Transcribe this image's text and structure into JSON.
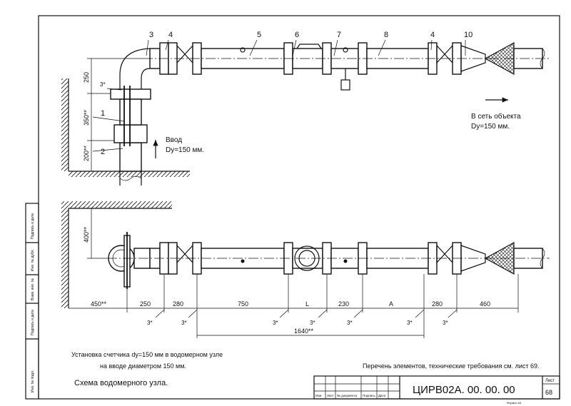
{
  "top_view": {
    "callouts": [
      "3",
      "4",
      "5",
      "6",
      "7",
      "8",
      "4",
      "10",
      "1",
      "2",
      "3*"
    ],
    "dims_vertical": [
      "250",
      "350**",
      "200**"
    ],
    "input_label": "Ввод",
    "input_size": "Dy=150 мм.",
    "output_label": "В сеть объекта",
    "output_size": "Dy=150 мм."
  },
  "bottom_view": {
    "dim_vertical": "400**",
    "dims_horizontal": [
      "450**",
      "250",
      "280",
      "750",
      "L",
      "230",
      "A",
      "280",
      "460"
    ],
    "weld_marks": [
      "3*",
      "3*",
      "3*",
      "3*",
      "3*",
      "3*",
      "3*"
    ],
    "total_dim": "1640**"
  },
  "notes": {
    "install_line1": "Установка счетчика dy=150 мм в водомерном узле",
    "install_line2": "на вводе диаметром 150 мм.",
    "reference": "Перечень элементов, технические требования см. лист 69.",
    "scheme_title": "Схема водомерного узла."
  },
  "title_block": {
    "doc_code": "ЦИРВ02А. 00. 00. 00",
    "sheet_label": "Лист",
    "sheet_number": "68",
    "col_izm": "Изм",
    "col_list": "Лист",
    "col_doc": "№ документа",
    "col_sign": "Подпись",
    "col_date": "Дата",
    "format": "Формат А3"
  },
  "side_stamp": [
    "Подпись и дата",
    "Инв. № дубл.",
    "Взам. инв. №",
    "Подпись и дата",
    "Инв. № подл."
  ]
}
